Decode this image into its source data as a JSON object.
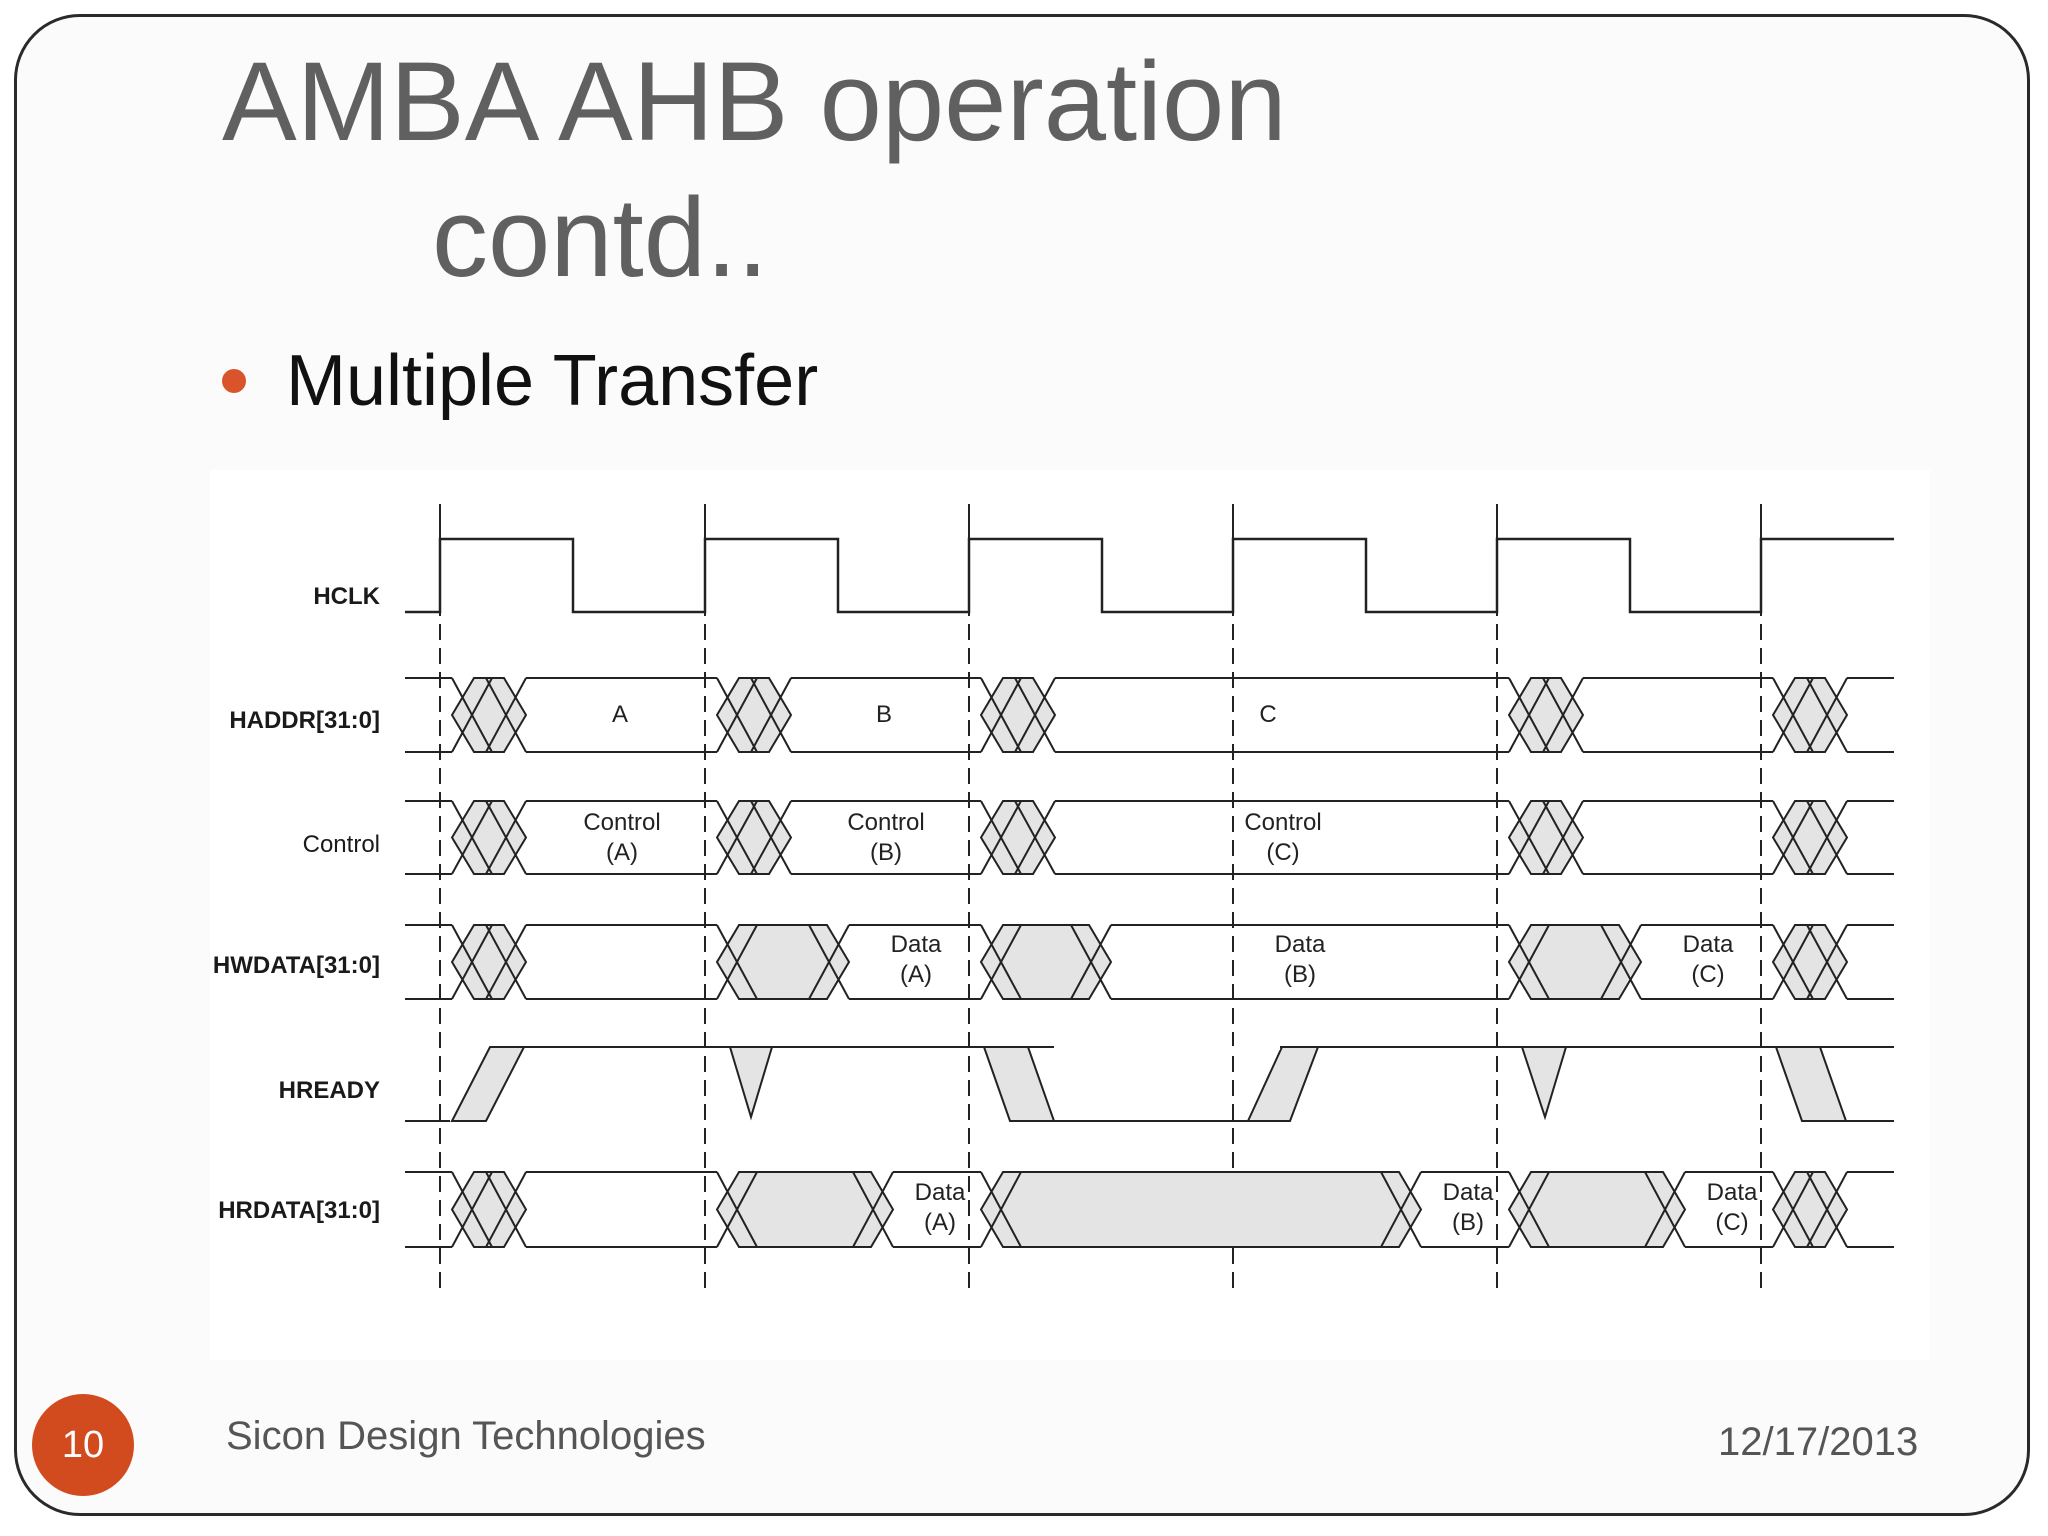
{
  "slide": {
    "title_line1": "AMBA AHB operation",
    "title_line2": "contd..",
    "bullet": "Multiple Transfer",
    "page_number": "10",
    "company": "Sicon Design Technologies",
    "date": "12/17/2013",
    "accent_color": "#d24b1e"
  },
  "diagram": {
    "signals": [
      {
        "id": "hclk",
        "label": "HCLK",
        "bold": true
      },
      {
        "id": "haddr",
        "label": "HADDR[31:0]",
        "bold": true
      },
      {
        "id": "control",
        "label": "Control",
        "bold": false
      },
      {
        "id": "hwdata",
        "label": "HWDATA[31:0]",
        "bold": true
      },
      {
        "id": "hready",
        "label": "HREADY",
        "bold": true
      },
      {
        "id": "hrdata",
        "label": "HRDATA[31:0]",
        "bold": true
      }
    ],
    "haddr_values": [
      "A",
      "B",
      "C"
    ],
    "control_values": [
      [
        "Control",
        "(A)"
      ],
      [
        "Control",
        "(B)"
      ],
      [
        "Control",
        "(C)"
      ]
    ],
    "hwdata_values": [
      [
        "Data",
        "(A)"
      ],
      [
        "Data",
        "(B)"
      ],
      [
        "Data",
        "(C)"
      ]
    ],
    "hrdata_values": [
      [
        "Data",
        "(A)"
      ],
      [
        "Data",
        "(B)"
      ],
      [
        "Data",
        "(C)"
      ]
    ]
  }
}
